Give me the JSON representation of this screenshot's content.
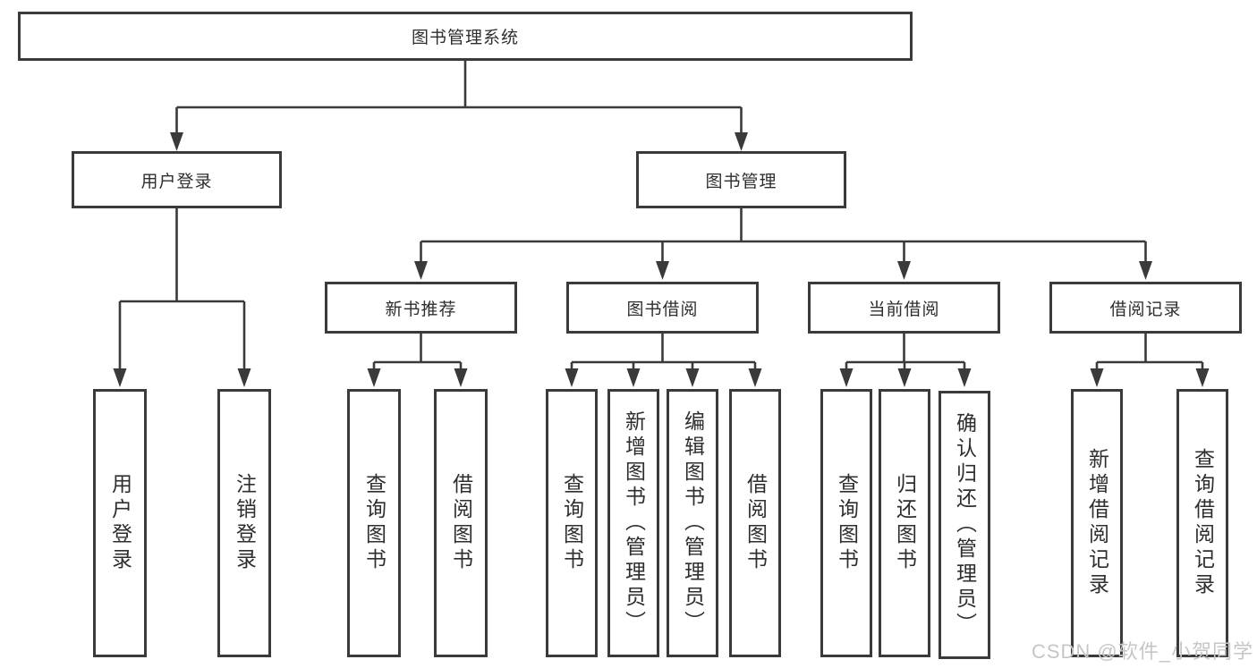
{
  "diagram": {
    "root": "图书管理系统",
    "branches": [
      {
        "label": "用户登录",
        "children": [
          {
            "label": "用户登录"
          },
          {
            "label": "注销登录"
          }
        ]
      },
      {
        "label": "图书管理",
        "children": [
          {
            "label": "新书推荐",
            "children": [
              {
                "label": "查询图书"
              },
              {
                "label": "借阅图书"
              }
            ]
          },
          {
            "label": "图书借阅",
            "children": [
              {
                "label": "查询图书"
              },
              {
                "label": "新增图书（管理员）"
              },
              {
                "label": "编辑图书（管理员）"
              },
              {
                "label": "借阅图书"
              }
            ]
          },
          {
            "label": "当前借阅",
            "children": [
              {
                "label": "查询图书"
              },
              {
                "label": "归还图书"
              },
              {
                "label": "确认归还（管理员）"
              }
            ]
          },
          {
            "label": "借阅记录",
            "children": [
              {
                "label": "新增借阅记录"
              },
              {
                "label": "查询借阅记录"
              }
            ]
          }
        ]
      }
    ]
  },
  "watermark": {
    "text": "CSDN @软件_小贺同学"
  },
  "colors": {
    "line": "#3a3a3a",
    "text": "#2e2e2e",
    "watermark": "#c6c6c6",
    "bg": "#ffffff"
  }
}
